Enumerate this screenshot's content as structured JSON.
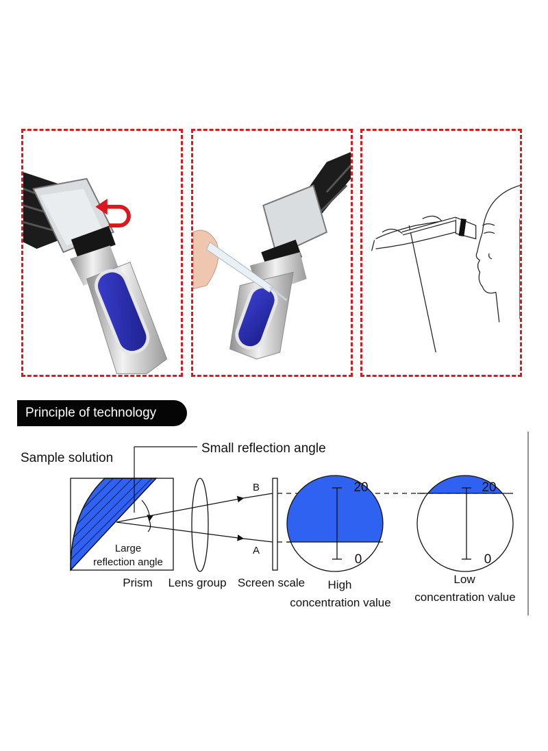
{
  "steps": {
    "step1": {
      "icon": "rotate-arrow-icon"
    },
    "step2": {
      "icon": "pipette-icon"
    },
    "step3": {
      "icon": "eye-viewing-icon"
    }
  },
  "section_title": "Principle of technology",
  "diagram": {
    "sample_solution": "Sample solution",
    "small_reflection_angle": "Small reflection angle",
    "large_reflection_angle_line1": "Large",
    "large_reflection_angle_line2": "reflection angle",
    "prism": "Prism",
    "lens_group": "Lens group",
    "screen_scale": "Screen scale",
    "point_b": "B",
    "point_a": "A",
    "high_line1": "High",
    "high_line2": "concentration value",
    "low_line1": "Low",
    "low_line2": "concentration value",
    "high_scale_top": "20",
    "high_scale_bottom": "0",
    "low_scale_top": "20",
    "low_scale_bottom": "0",
    "colors": {
      "accent_blue": "#2f62f0",
      "dash_red": "#d9181f"
    }
  }
}
